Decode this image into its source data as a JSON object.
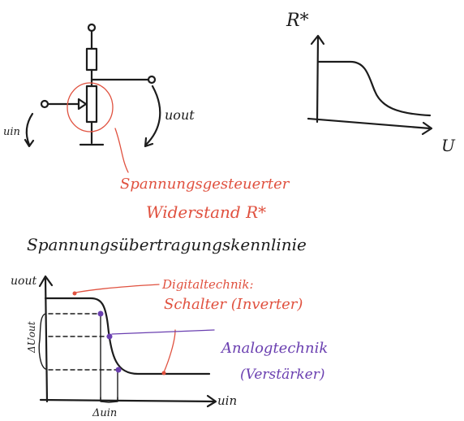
{
  "colors": {
    "ink": "#1c1c1c",
    "red": "#e0513f",
    "purple": "#6a3fb0"
  },
  "circuit": {
    "input_label": "uin",
    "output_label": "uout",
    "annotation_line1": "Spannungsgesteuerter",
    "annotation_line2": "Widerstand R*"
  },
  "r_graph": {
    "y_label": "R*",
    "x_label": "U"
  },
  "transfer": {
    "heading": "Spannungsübertragungskennlinie",
    "y_label": "uout",
    "x_label": "uin",
    "delta_out_label": "ΔUout",
    "delta_in_label": "Δuin",
    "digital_line1": "Digitaltechnik:",
    "digital_line2": "Schalter (Inverter)",
    "analog_line1": "Analogtechnik",
    "analog_line2": "(Verstärker)"
  }
}
